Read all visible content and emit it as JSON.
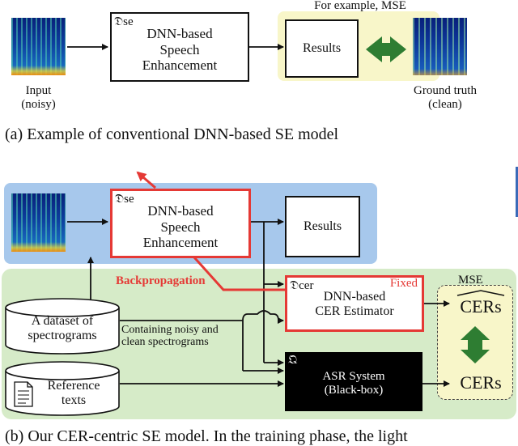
{
  "top": {
    "input_label": "Input\n(noisy)",
    "dse_symbol": "𝔇se",
    "se_box": "DNN-based\nSpeech\nEnhancement",
    "results": "Results",
    "for_example": "For example, MSE",
    "ground_truth": "Ground truth\n(clean)",
    "caption": "(a) Example of conventional DNN-based SE model"
  },
  "bottom": {
    "dse_symbol": "𝔇se",
    "se_box": "DNN-based\nSpeech\nEnhancement",
    "results": "Results",
    "backprop": "Backpropagation",
    "fixed": "Fixed",
    "dcer_symbol": "𝔇cer",
    "cer_box": "DNN-based\nCER Estimator",
    "mse": "MSE",
    "cers_hat": "CERs",
    "cers": "CERs",
    "dataset": "A dataset of\nspectrograms",
    "dataset_note": "Containing noisy and\nclean spectrograms",
    "reference": "Reference\ntexts",
    "q_symbol": "𝔔",
    "asr": "ASR System\n(Black-box)",
    "caption": "(b) Our CER-centric SE model. In the training phase, the light"
  },
  "colors": {
    "light_yellow": "#f8f6c9",
    "light_blue": "#a7c8ec",
    "light_green": "#d6ebc8",
    "red": "#e53935",
    "dark_green": "#2e7d32"
  }
}
